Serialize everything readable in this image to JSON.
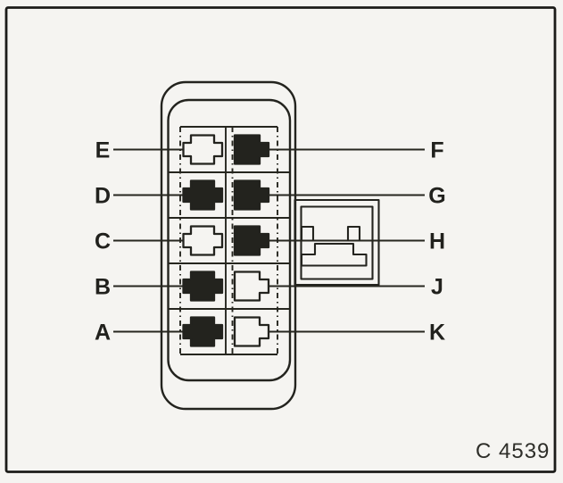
{
  "figure": {
    "type": "connector-pinout-diagram",
    "caption": "C 4539",
    "colors": {
      "paper": "#f5f4f1",
      "ink": "#23231e"
    }
  },
  "connector": {
    "rows": 5,
    "columns": 2,
    "pins": [
      {
        "label": "E",
        "row": 1,
        "column": "left",
        "terminal": "hollow"
      },
      {
        "label": "F",
        "row": 1,
        "column": "right",
        "terminal": "filled"
      },
      {
        "label": "D",
        "row": 2,
        "column": "left",
        "terminal": "filled"
      },
      {
        "label": "G",
        "row": 2,
        "column": "right",
        "terminal": "filled"
      },
      {
        "label": "C",
        "row": 3,
        "column": "left",
        "terminal": "hollow"
      },
      {
        "label": "H",
        "row": 3,
        "column": "right",
        "terminal": "filled"
      },
      {
        "label": "B",
        "row": 4,
        "column": "left",
        "terminal": "filled"
      },
      {
        "label": "J",
        "row": 4,
        "column": "right",
        "terminal": "hollow"
      },
      {
        "label": "A",
        "row": 5,
        "column": "left",
        "terminal": "filled"
      },
      {
        "label": "K",
        "row": 5,
        "column": "right",
        "terminal": "hollow"
      }
    ]
  }
}
